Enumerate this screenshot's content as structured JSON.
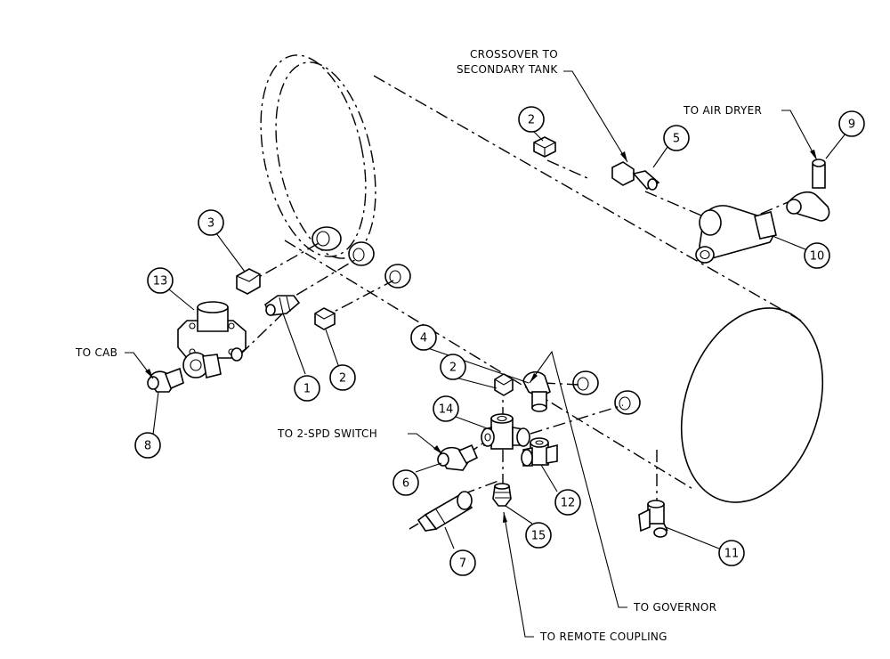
{
  "callouts": [
    {
      "id": "1",
      "text": "1"
    },
    {
      "id": "2a",
      "text": "2"
    },
    {
      "id": "2b",
      "text": "2"
    },
    {
      "id": "2c",
      "text": "2"
    },
    {
      "id": "3",
      "text": "3"
    },
    {
      "id": "4",
      "text": "4"
    },
    {
      "id": "5",
      "text": "5"
    },
    {
      "id": "6",
      "text": "6"
    },
    {
      "id": "7",
      "text": "7"
    },
    {
      "id": "8",
      "text": "8"
    },
    {
      "id": "9",
      "text": "9"
    },
    {
      "id": "10",
      "text": "10"
    },
    {
      "id": "11",
      "text": "11"
    },
    {
      "id": "12",
      "text": "12"
    },
    {
      "id": "13",
      "text": "13"
    },
    {
      "id": "14",
      "text": "14"
    },
    {
      "id": "15",
      "text": "15"
    }
  ],
  "labels": {
    "crossover_line1": "CROSSOVER TO",
    "crossover_line2": "SECONDARY TANK",
    "air_dryer": "TO AIR DRYER",
    "cab": "TO CAB",
    "two_spd_switch": "TO 2-SPD SWITCH",
    "governor": "TO GOVERNOR",
    "remote_coupling": "TO REMOTE COUPLING"
  }
}
